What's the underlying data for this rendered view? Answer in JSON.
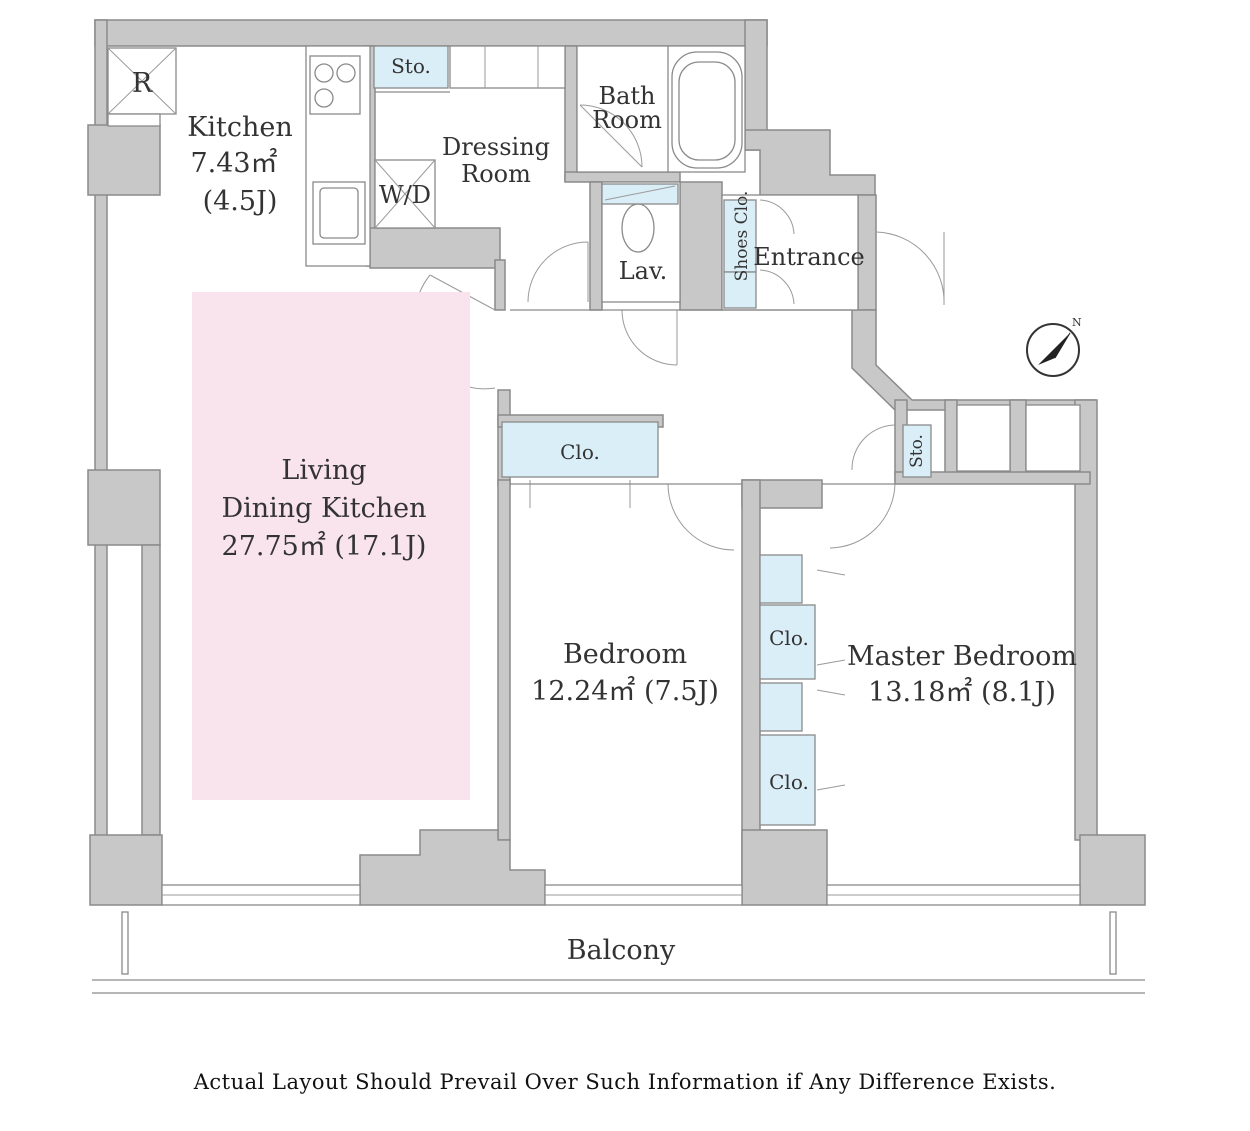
{
  "colors": {
    "wall": "#c8c8c8",
    "wall_outline": "#8a8a8a",
    "storage_fill": "#daeef8",
    "living_highlight": "#f9e4ee",
    "text": "#333333"
  },
  "rooms": {
    "refrigerator": "R",
    "kitchen": {
      "name": "Kitchen",
      "area": "7.43㎡",
      "jo": "(4.5J)"
    },
    "storage_top": "Sto.",
    "dressing_room": {
      "line1": "Dressing",
      "line2": "Room"
    },
    "washer_dryer": "W/D",
    "bath_room": {
      "line1": "Bath",
      "line2": "Room"
    },
    "lavatory": "Lav.",
    "shoes_closet": "Shoes Clo.",
    "entrance": "Entrance",
    "living": {
      "line1": "Living",
      "line2": "Dining Kitchen",
      "line3": "27.75㎡ (17.1J)"
    },
    "closet_hall": "Clo.",
    "storage_hall": "Sto.",
    "bedroom": {
      "name": "Bedroom",
      "area": "12.24㎡ (7.5J)"
    },
    "closet_1": "Clo.",
    "closet_2": "Clo.",
    "master_bedroom": {
      "name": "Master Bedroom",
      "area": "13.18㎡ (8.1J)"
    },
    "balcony": "Balcony"
  },
  "compass": {
    "label": "N",
    "icon": "north-arrow-icon"
  },
  "disclaimer": "Actual Layout Should Prevail Over Such Information if Any Difference Exists."
}
